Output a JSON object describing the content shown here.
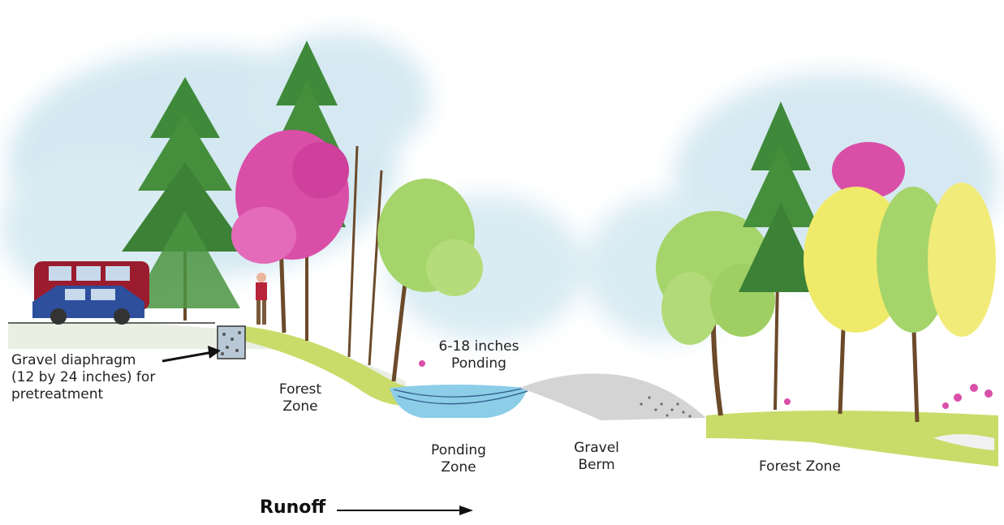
{
  "labels": {
    "gravel_diaphragm": [
      "Gravel diaphragm",
      "(12 by 24 inches) for",
      "pretreatment"
    ],
    "forest_zone_left": [
      "Forest",
      "Zone"
    ],
    "ponding_depth": [
      "6-18 inches",
      "Ponding"
    ],
    "ponding_zone": [
      "Ponding",
      "Zone"
    ],
    "gravel_berm": [
      "Gravel",
      "Berm"
    ],
    "forest_zone_right": "Forest Zone",
    "runoff": "Runoff"
  },
  "colors": {
    "sky_wash": "#cfe6f0",
    "grass": "#c9dc6a",
    "water": "#8ccde8",
    "gravel": "#c9c9c9",
    "conifer": "#3f8a3a",
    "magenta_tree": "#d94fa8",
    "light_green_tree": "#a5d46a",
    "yellow_tree": "#f0ea6a",
    "van": "#9b1c2e",
    "car": "#2d4f9c"
  }
}
